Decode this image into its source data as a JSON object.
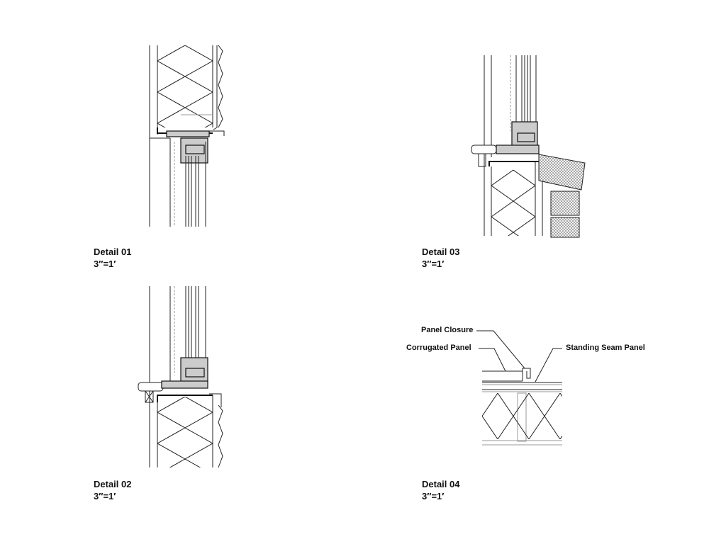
{
  "details": [
    {
      "title": "Detail 01",
      "scale": "3″=1′"
    },
    {
      "title": "Detail 02",
      "scale": "3″=1′"
    },
    {
      "title": "Detail 03",
      "scale": "3″=1′"
    },
    {
      "title": "Detail 04",
      "scale": "3″=1′"
    }
  ],
  "annotations": {
    "panel_closure": "Panel Closure",
    "corrugated_panel": "Corrugated Panel",
    "standing_seam_panel": "Standing Seam Panel"
  }
}
